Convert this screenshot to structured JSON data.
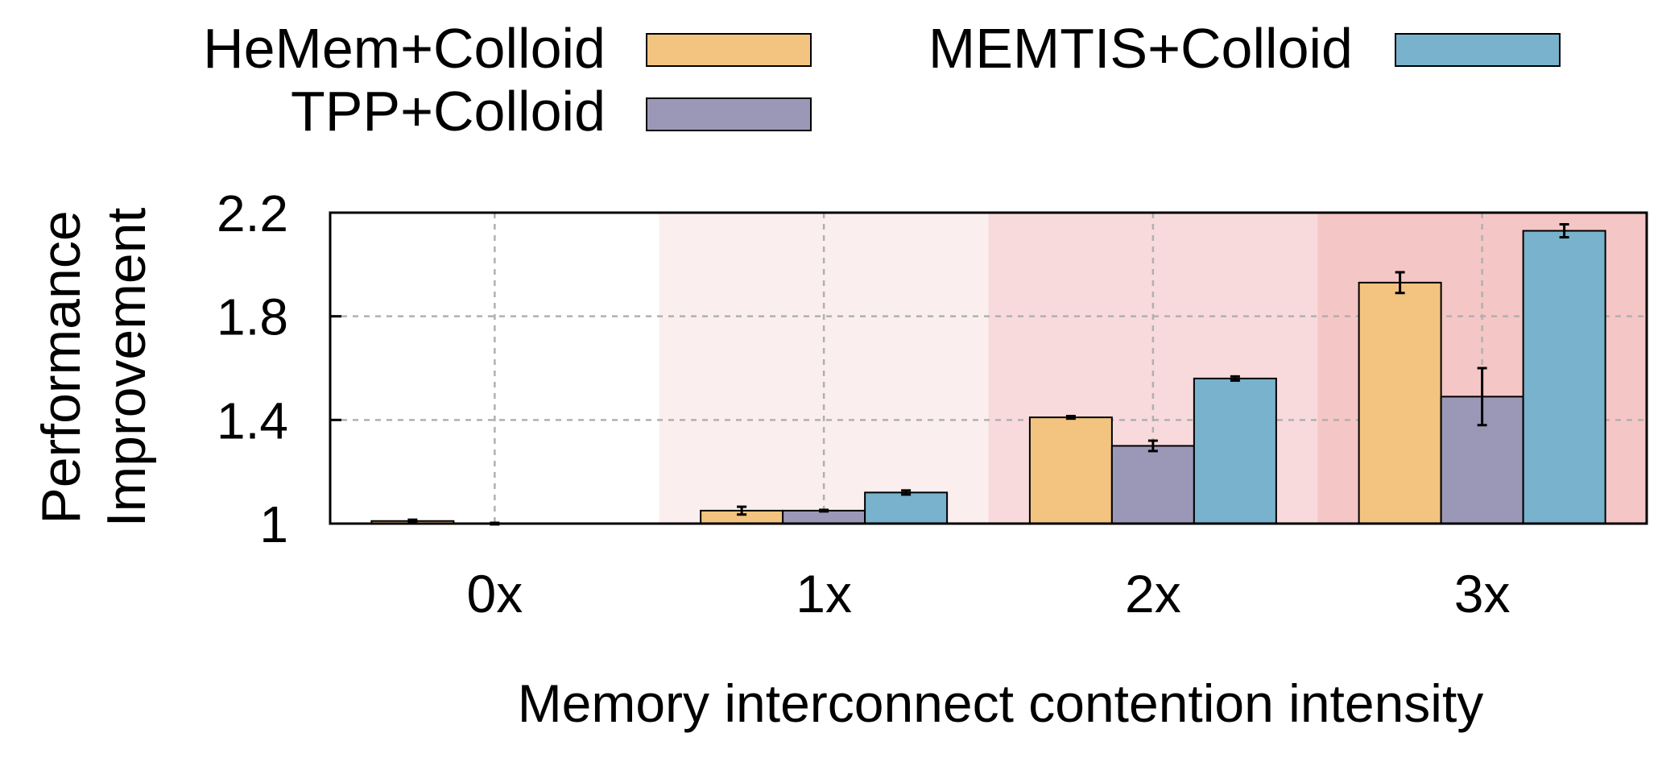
{
  "chart_data": {
    "type": "bar",
    "xlabel": "Memory interconnect contention intensity",
    "ylabel_lines": [
      "Performance",
      "Improvement"
    ],
    "categories": [
      "0x",
      "1x",
      "2x",
      "3x"
    ],
    "ylim": [
      1,
      2.2
    ],
    "yticks": [
      1,
      1.4,
      1.8,
      2.2
    ],
    "ytick_labels": [
      "1",
      "1.4",
      "1.8",
      "2.2"
    ],
    "grid": true,
    "legend_position": "top",
    "category_shading": [
      "#ffffff",
      "#fbeeee",
      "#f8dadc",
      "#f5c6c6"
    ],
    "series": [
      {
        "name": "HeMem+Colloid",
        "color": "#f2c480",
        "values": [
          1.01,
          1.05,
          1.41,
          1.93
        ],
        "errors": [
          0.005,
          0.015,
          0.005,
          0.04
        ]
      },
      {
        "name": "TPP+Colloid",
        "color": "#9b98b7",
        "values": [
          1.0,
          1.05,
          1.3,
          1.49
        ],
        "errors": [
          0.003,
          0.003,
          0.02,
          0.11
        ]
      },
      {
        "name": "MEMTIS+Colloid",
        "color": "#78b2cc",
        "values": [
          null,
          1.12,
          1.56,
          2.13
        ],
        "errors": [
          null,
          0.008,
          0.008,
          0.025
        ]
      }
    ]
  }
}
